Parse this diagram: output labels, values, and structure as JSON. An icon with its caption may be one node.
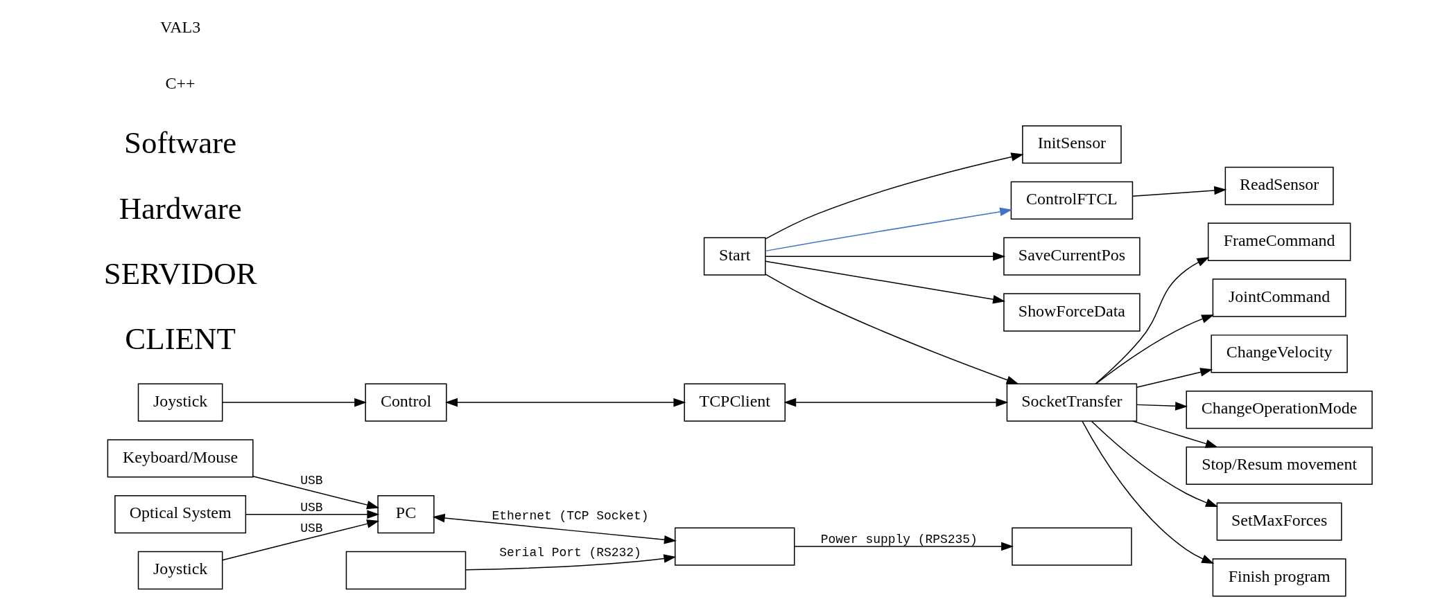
{
  "diagram": {
    "nodes": [
      {
        "text": [
          "Keyboard/Mouse"
        ]
      },
      {
        "text": [
          "Optical System"
        ]
      },
      {
        "text": [],
        "shape": "box"
      },
      {
        "text": [
          "Joystick"
        ]
      },
      {
        "text": [
          "PC"
        ]
      },
      {
        "text": [],
        "shape": "box"
      },
      {
        "text": [],
        "shape": "box"
      },
      {
        "text": [
          "Start"
        ]
      },
      {
        "text": [
          "InitSensor"
        ]
      },
      {
        "text": [
          "ControlFTCL"
        ]
      },
      {
        "text": [
          "Joystick"
        ]
      },
      {
        "text": [
          "Control"
        ]
      },
      {
        "text": [
          "SaveCurrentPos"
        ]
      },
      {
        "text": [
          "ShowForceData"
        ]
      },
      {
        "text": [
          "TCPClient"
        ]
      },
      {
        "text": [
          "SocketTransfer"
        ]
      },
      {
        "text": [
          "ReadSensor"
        ]
      },
      {
        "text": [
          "FrameCommand"
        ]
      },
      {
        "text": [
          "JointCommand"
        ]
      },
      {
        "text": [
          "ChangeVelocity"
        ]
      },
      {
        "text": [
          "ChangeOperationMode"
        ]
      },
      {
        "text": [
          "Stop/Resum movement"
        ]
      },
      {
        "text": [
          "SetMaxForces"
        ]
      },
      {
        "text": [
          "Finish program"
        ]
      }
    ],
    "edges": [
      {
        "from": 0,
        "to": 4,
        "arrow": "to",
        "label": "USB"
      },
      {
        "from": 1,
        "to": 4,
        "arrow": "to",
        "label": "USB"
      },
      {
        "from": 3,
        "to": 4,
        "arrow": "to",
        "label": "USB"
      },
      {
        "from": 4,
        "to": 5,
        "arrow": "both",
        "label": "Ethernet (TCP Socket)"
      },
      {
        "from": 2,
        "to": 5,
        "arrow": "to",
        "label": "Serial Port (RS232)"
      },
      {
        "from": 5,
        "to": 6,
        "arrow": "to",
        "label": "Power supply (RPS235)"
      },
      {
        "from": 7,
        "to": 8,
        "arrow": "to"
      },
      {
        "from": 7,
        "to": 9,
        "arrow": "to",
        "color": "#4472c4"
      },
      {
        "from": 7,
        "to": 12,
        "arrow": "to"
      },
      {
        "from": 7,
        "to": 13,
        "arrow": "to"
      },
      {
        "from": 7,
        "to": 15,
        "arrow": "to"
      },
      {
        "from": 10,
        "to": 11,
        "arrow": "to"
      },
      {
        "from": 11,
        "to": 14,
        "arrow": "both"
      },
      {
        "from": 14,
        "to": 15,
        "arrow": "both"
      },
      {
        "from": 9,
        "to": 16,
        "arrow": "to"
      },
      {
        "from": 15,
        "to": 17,
        "arrow": "to"
      },
      {
        "from": 15,
        "to": 18,
        "arrow": "to"
      },
      {
        "from": 15,
        "to": 19,
        "arrow": "to"
      },
      {
        "from": 15,
        "to": 20,
        "arrow": "to"
      },
      {
        "from": 15,
        "to": 21,
        "arrow": "to"
      },
      {
        "from": 15,
        "to": 22,
        "arrow": "to"
      },
      {
        "from": 15,
        "to": 23,
        "arrow": "to"
      }
    ],
    "labels": [
      "CLIENT",
      "SERVIDOR",
      "Hardware",
      "Software",
      "C++",
      "VAL3"
    ]
  }
}
